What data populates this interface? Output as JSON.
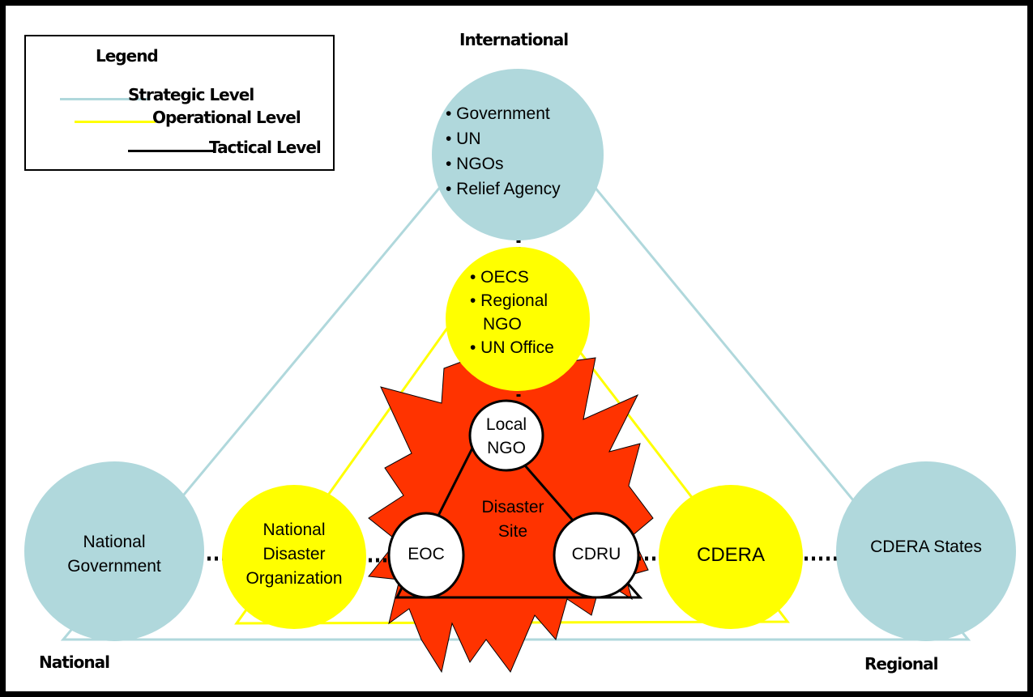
{
  "corners": {
    "international": "International",
    "national": "National",
    "regional": "Regional"
  },
  "legend": {
    "title": "Legend",
    "items": [
      {
        "label": "Strategic Level",
        "color": "#b0d8dc"
      },
      {
        "label": "Operational Level",
        "color": "#ffff00"
      },
      {
        "label": "Tactical Level",
        "color": "#000000"
      }
    ]
  },
  "colors": {
    "strategic_fill": "#b0d8dc",
    "operational_fill": "#ffff00",
    "disaster_fill": "#ff3300",
    "tactical_fill": "#ffffff"
  },
  "nodes": {
    "international": {
      "lines": [
        "• Government",
        "• UN",
        "• NGOs",
        "• Relief Agency"
      ]
    },
    "regional_office": {
      "lines": [
        "• OECS",
        "• Regional",
        "NGO",
        "• UN Office"
      ]
    },
    "local_ngo": {
      "lines": [
        "Local",
        "NGO"
      ]
    },
    "disaster_site": {
      "lines": [
        "Disaster",
        "Site"
      ]
    },
    "eoc": {
      "label": "EOC"
    },
    "cdru": {
      "label": "CDRU"
    },
    "national_government": {
      "lines": [
        "National",
        "Government"
      ]
    },
    "national_disaster_org": {
      "lines": [
        "National",
        "Disaster",
        "Organization"
      ]
    },
    "cdera": {
      "label": "CDERA"
    },
    "cdera_states": {
      "label": "CDERA States"
    }
  }
}
